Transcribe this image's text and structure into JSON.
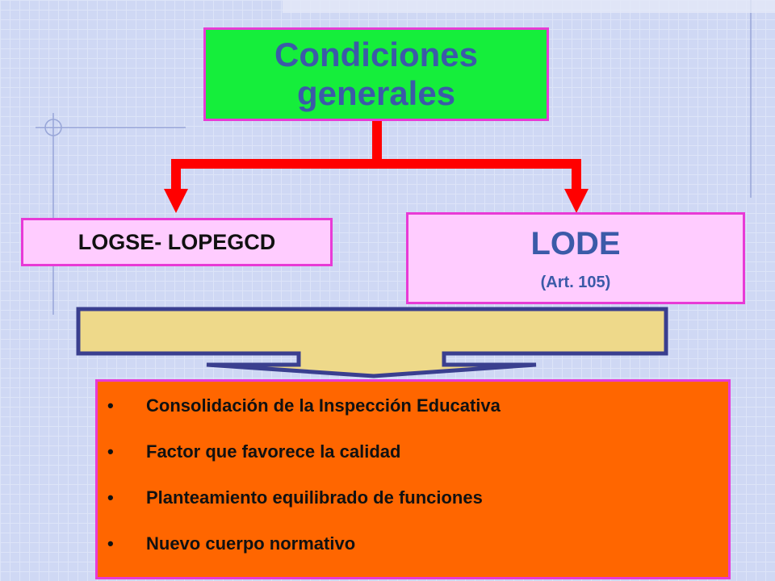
{
  "top_box": {
    "line1": "Condiciones",
    "line2": "generales"
  },
  "left_box": {
    "label": "LOGSE- LOPEGCD"
  },
  "right_box": {
    "title": "LODE",
    "subtitle": "(Art. 105)"
  },
  "bullet_list": {
    "bullet_glyph": "•",
    "items": [
      "Consolidación de la Inspección Educativa",
      "Factor que favorece la calidad",
      "Planteamiento equilibrado de funciones",
      "Nuevo cuerpo normativo"
    ]
  },
  "colors": {
    "top_box": "#15ee3b",
    "side_boxes": "#ffccff",
    "bullet_box": "#ff6600",
    "border": "#e83ad6",
    "connector": "#ff0000",
    "big_arrow_fill": "#eed98a",
    "big_arrow_border": "#3a3f8f",
    "title_text": "#3b5aa8"
  }
}
